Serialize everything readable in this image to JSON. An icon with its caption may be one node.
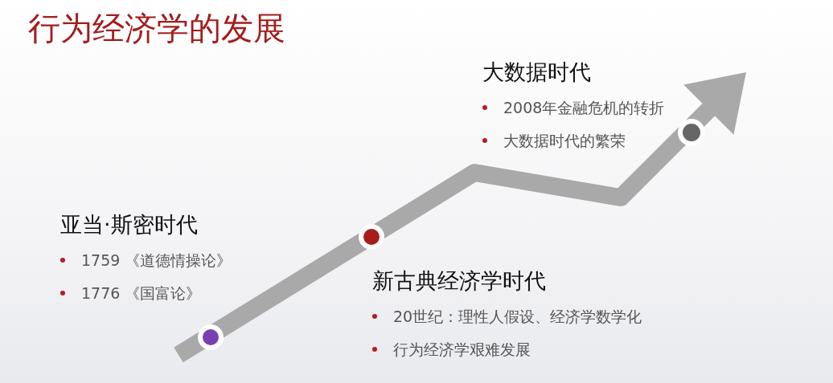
{
  "diagram": {
    "title": "行为经济学的发展",
    "nodes": [
      {
        "text": [
          "亚当·斯密时代",
          "1759 《道德情操论》",
          "1776 《国富论》"
        ]
      },
      {
        "text": [
          "新古典经济学时代",
          "20世纪：理性人假设、经济学数学化",
          "行为经济学艰难发展"
        ]
      },
      {
        "text": [
          "大数据时代",
          "2008年金融危机的转折",
          "大数据时代的繁荣"
        ]
      }
    ]
  }
}
